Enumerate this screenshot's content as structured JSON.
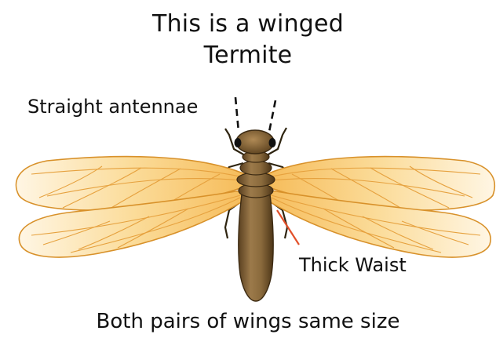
{
  "diagram": {
    "title_line1": "This is a winged",
    "title_line2": "Termite",
    "label_antennae": "Straight antennae",
    "label_waist": "Thick Waist",
    "caption": "Both pairs of wings same size"
  },
  "colors": {
    "wing_fill": "#f8cf7c",
    "wing_edge": "#d8912a",
    "body_main": "#8a6a3f",
    "body_dark": "#4a3418",
    "pointer_line": "#e2502a"
  }
}
